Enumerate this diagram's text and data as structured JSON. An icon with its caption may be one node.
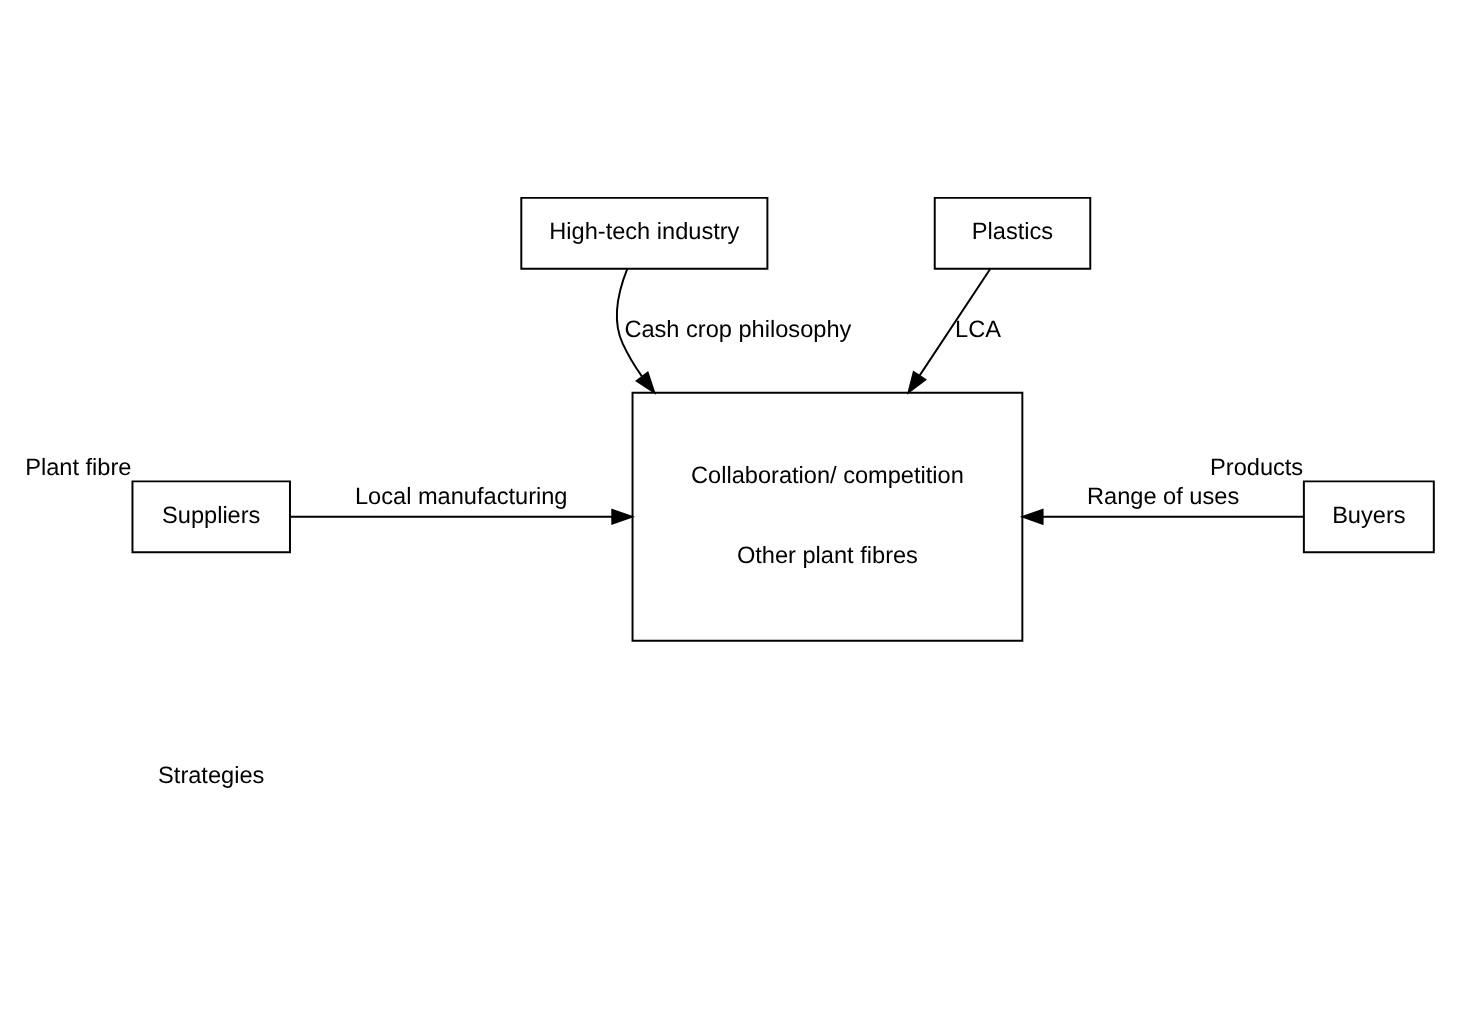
{
  "diagram": {
    "nodes": [
      {
        "text": [
          "High-tech industry"
        ]
      },
      {
        "text": [
          "Collaboration/ competition",
          "Other plant fibres"
        ]
      },
      {
        "text": [
          "Suppliers"
        ],
        "beside": [
          "Plant fibre"
        ]
      },
      {
        "text": [
          "Buyers"
        ],
        "beside": [
          "Products"
        ]
      },
      {
        "text": [
          "Plastics"
        ]
      }
    ],
    "edges": [
      {
        "from": 0,
        "to": 1,
        "arrow": "to",
        "label": "Cash crop philosophy"
      },
      {
        "from": 2,
        "to": 1,
        "arrow": "to",
        "label": "Local manufacturing"
      },
      {
        "from": 3,
        "to": 1,
        "arrow": "to",
        "label": "Range of uses"
      },
      {
        "from": 4,
        "to": 1,
        "arrow": "to",
        "label": "LCA"
      }
    ],
    "labels": [
      "Strategies"
    ]
  }
}
